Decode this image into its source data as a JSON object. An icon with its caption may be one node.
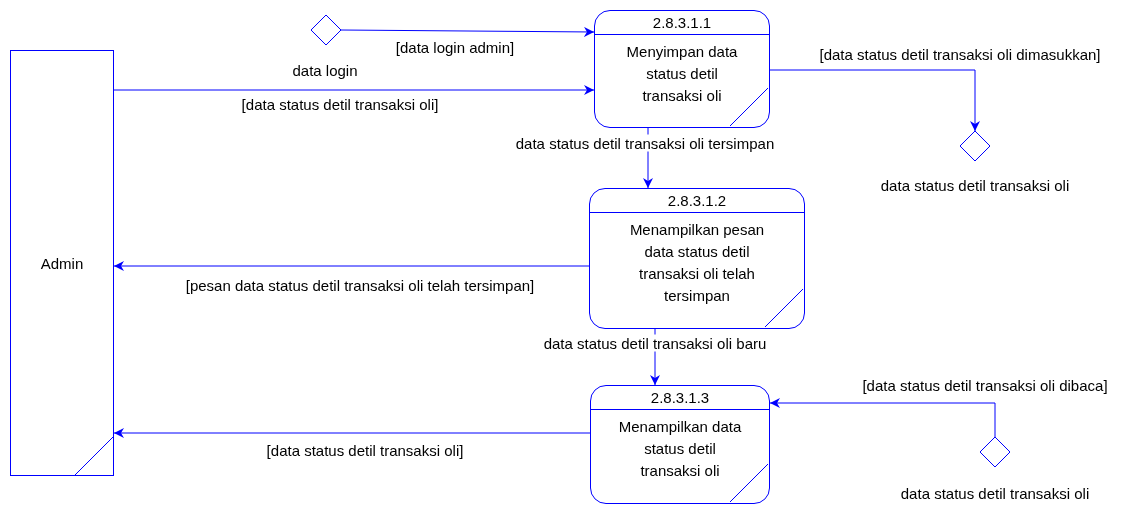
{
  "diagram": {
    "nodes": [
      {
        "text": [
          "Admin"
        ]
      },
      {
        "text": [],
        "shape": "diamond",
        "beside": [
          "data login"
        ]
      },
      {
        "text": [
          "2.8.3.1.1",
          "Menyimpan data status detil transaksi oli"
        ]
      },
      {
        "text": [],
        "shape": "diamond",
        "beside": [
          "data status detil transaksi oli"
        ]
      },
      {
        "text": [
          "2.8.3.1.2",
          "Menampilkan pesan data status detil transaksi oli telah tersimpan"
        ]
      },
      {
        "text": [
          "2.8.3.1.3",
          "Menampilkan data status detil transaksi oli"
        ]
      },
      {
        "text": [],
        "shape": "diamond",
        "beside": [
          "data status detil transaksi oli"
        ]
      }
    ],
    "edges": [
      {
        "from": 1,
        "to": 2,
        "arrow": "to",
        "label": "[data login admin]"
      },
      {
        "from": 0,
        "to": 2,
        "arrow": "to",
        "label": "[data status detil transaksi oli]"
      },
      {
        "from": 2,
        "to": 3,
        "arrow": "to",
        "label": "[data status detil transaksi oli dimasukkan]"
      },
      {
        "from": 2,
        "to": 4,
        "arrow": "to",
        "label": "data status detil transaksi oli tersimpan"
      },
      {
        "from": 4,
        "to": 0,
        "arrow": "to",
        "label": "[pesan data status detil transaksi oli telah tersimpan]"
      },
      {
        "from": 4,
        "to": 5,
        "arrow": "to",
        "label": "data status detil transaksi oli baru"
      },
      {
        "from": 6,
        "to": 5,
        "arrow": "to",
        "label": "[data status detil transaksi oli dibaca]"
      },
      {
        "from": 5,
        "to": 0,
        "arrow": "to",
        "label": "[data status detil transaksi oli]"
      }
    ]
  }
}
